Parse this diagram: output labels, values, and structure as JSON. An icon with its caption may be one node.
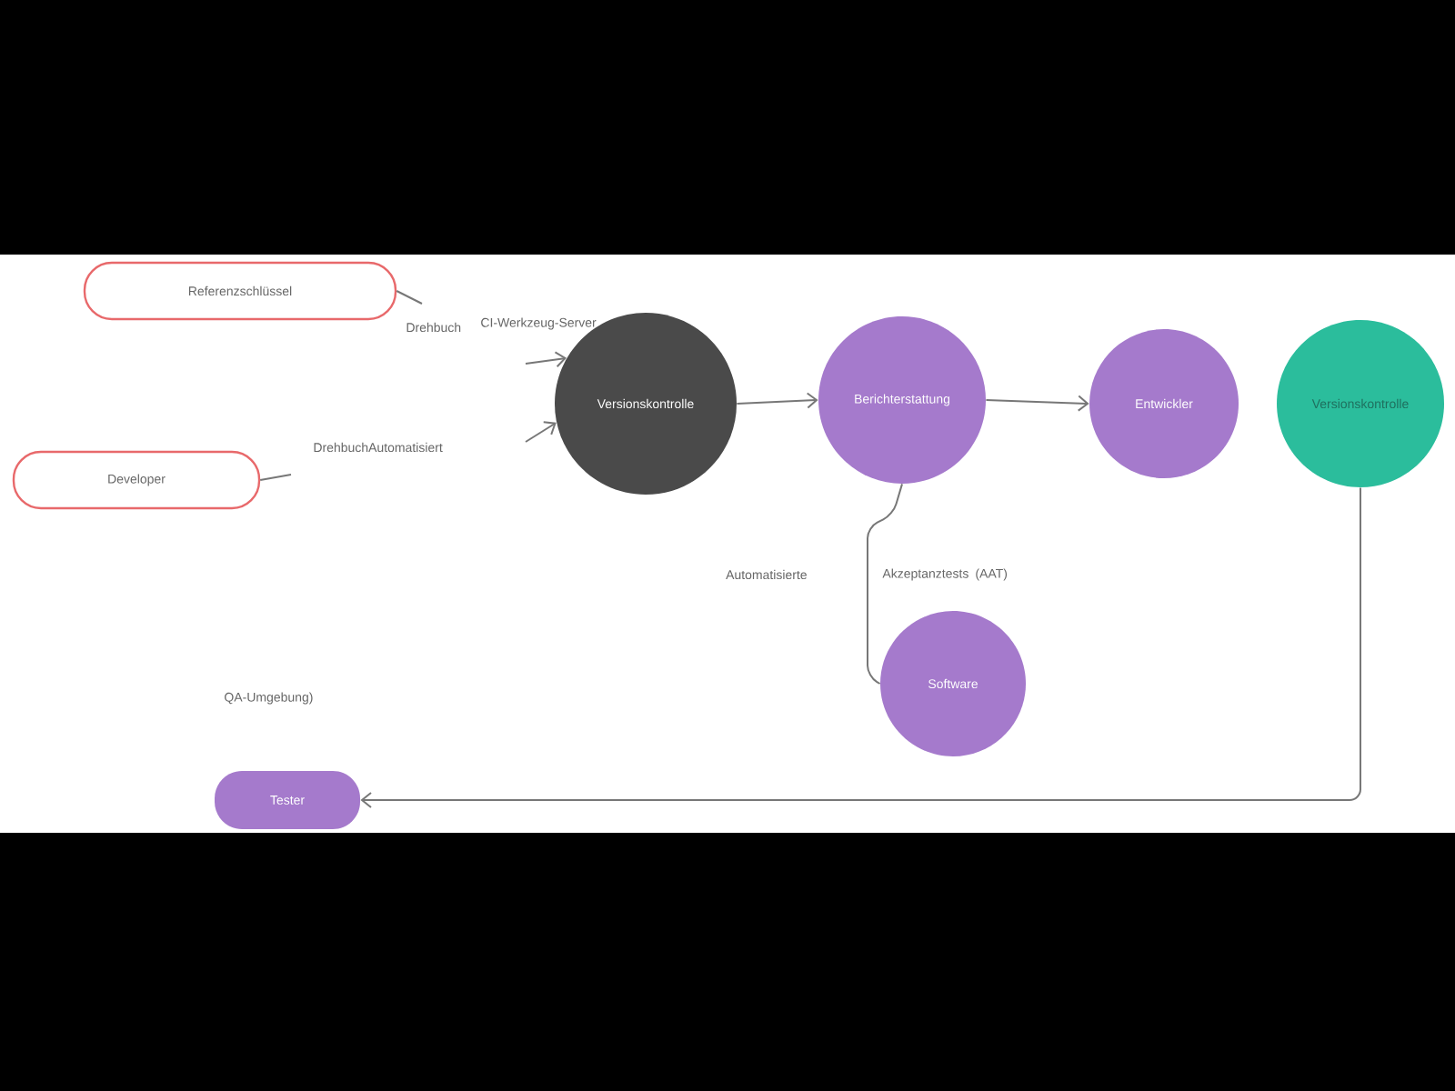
{
  "diagram": {
    "nodes": [
      {
        "text": [
          "Referenzschlüssel"
        ]
      },
      {
        "text": [
          "Developer"
        ]
      },
      {
        "text": [
          "Versionskontrolle"
        ]
      },
      {
        "text": [
          "Berichterstattung"
        ]
      },
      {
        "text": [
          "Entwickler"
        ]
      },
      {
        "text": [
          "Versionskontrolle"
        ]
      },
      {
        "text": [
          "Software"
        ]
      },
      {
        "text": [
          "Tester"
        ]
      }
    ],
    "edges": [
      {
        "from": 0,
        "to": null,
        "arrow": "none"
      },
      {
        "from": null,
        "to": 2,
        "arrow": "to"
      },
      {
        "from": null,
        "to": 2,
        "arrow": "to"
      },
      {
        "from": 1,
        "to": null,
        "arrow": "none"
      },
      {
        "from": 2,
        "to": 3,
        "arrow": "to"
      },
      {
        "from": 3,
        "to": 4,
        "arrow": "to"
      },
      {
        "from": 3,
        "to": 6,
        "arrow": "none"
      },
      {
        "from": 5,
        "to": 7,
        "arrow": "to"
      }
    ],
    "labels": [
      "Drehbuch",
      "CI-Werkzeug-Server",
      "DrehbuchAutomatisiert",
      "Automatisierte",
      "Akzeptanztests",
      "(AAT)",
      "QA-Umgebung)"
    ]
  }
}
